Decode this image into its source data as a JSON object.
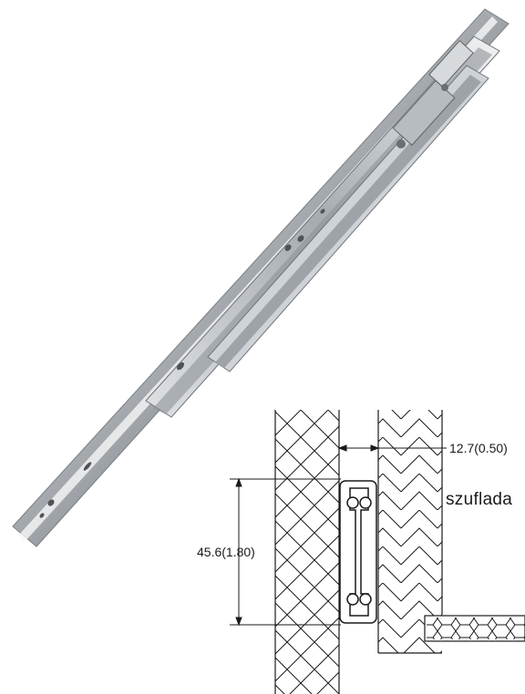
{
  "labels": {
    "width_dim": "12.7(0.50)",
    "drawer": "szuflada",
    "height_dim": "45.6(1.80)"
  },
  "colors": {
    "line": "#1a1a1a",
    "background": "#ffffff",
    "steel_dark": "#6f7378",
    "steel_mid": "#b9bec3",
    "steel_light": "#eef0f2"
  },
  "icons": {
    "product": "drawer-slide-photo",
    "section": "cross-section-diagram"
  }
}
